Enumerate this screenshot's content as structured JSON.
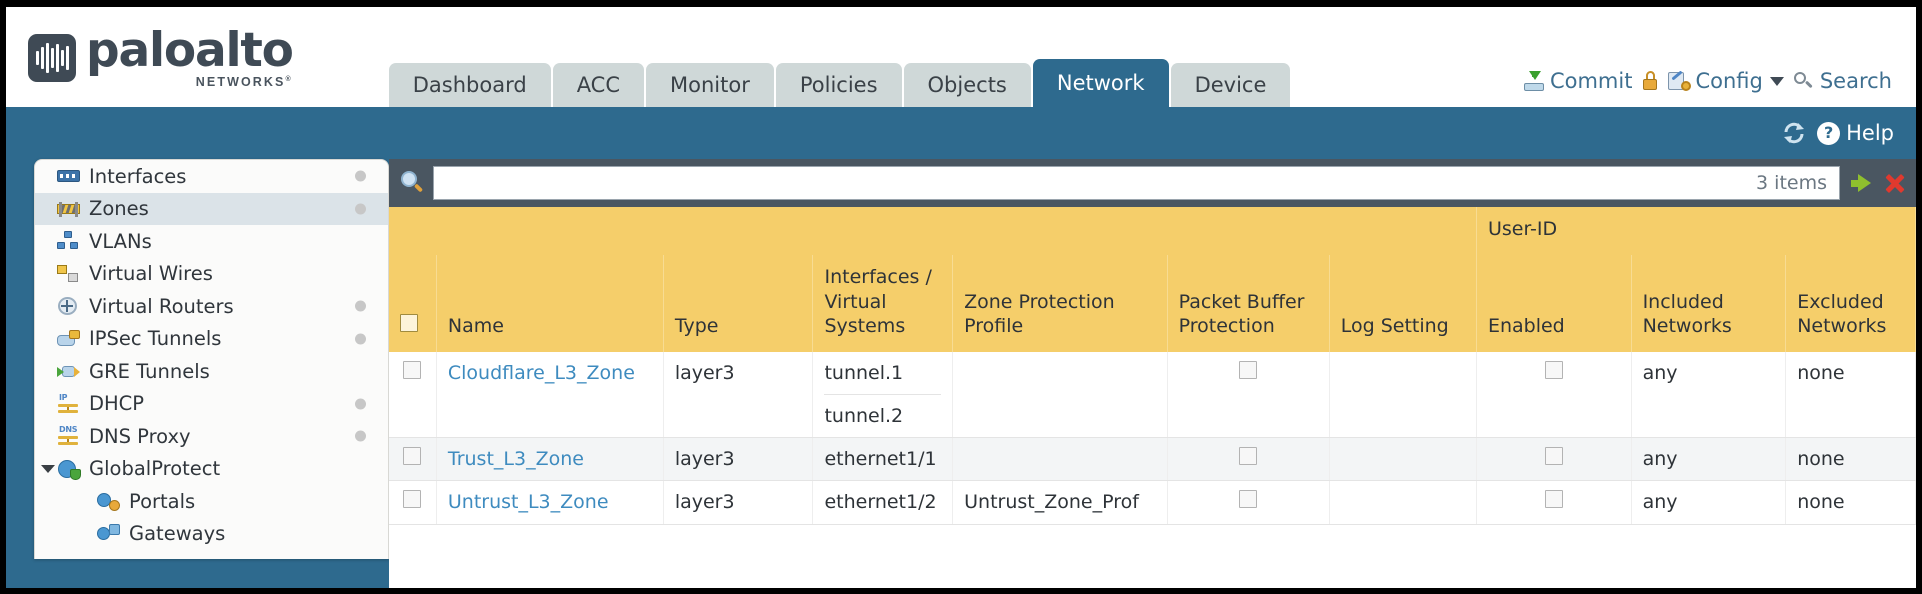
{
  "brand": {
    "name": "paloalto",
    "tagline": "NETWORKS",
    "registered": "®"
  },
  "tabs": [
    {
      "label": "Dashboard",
      "active": false
    },
    {
      "label": "ACC",
      "active": false
    },
    {
      "label": "Monitor",
      "active": false
    },
    {
      "label": "Policies",
      "active": false
    },
    {
      "label": "Objects",
      "active": false
    },
    {
      "label": "Network",
      "active": true
    },
    {
      "label": "Device",
      "active": false
    }
  ],
  "top_actions": {
    "commit": "Commit",
    "config": "Config",
    "search": "Search"
  },
  "utility": {
    "help": "Help",
    "help_glyph": "?"
  },
  "sidebar": {
    "items": [
      {
        "label": "Interfaces",
        "icon": "interfaces-icon",
        "selected": false,
        "dot": true,
        "indent": false,
        "expander": false
      },
      {
        "label": "Zones",
        "icon": "zones-icon",
        "selected": true,
        "dot": true,
        "indent": false,
        "expander": false
      },
      {
        "label": "VLANs",
        "icon": "vlans-icon",
        "selected": false,
        "dot": false,
        "indent": false,
        "expander": false
      },
      {
        "label": "Virtual Wires",
        "icon": "virtual-wires-icon",
        "selected": false,
        "dot": false,
        "indent": false,
        "expander": false
      },
      {
        "label": "Virtual Routers",
        "icon": "virtual-routers-icon",
        "selected": false,
        "dot": true,
        "indent": false,
        "expander": false
      },
      {
        "label": "IPSec Tunnels",
        "icon": "ipsec-tunnels-icon",
        "selected": false,
        "dot": true,
        "indent": false,
        "expander": false
      },
      {
        "label": "GRE Tunnels",
        "icon": "gre-tunnels-icon",
        "selected": false,
        "dot": false,
        "indent": false,
        "expander": false
      },
      {
        "label": "DHCP",
        "icon": "dhcp-icon",
        "selected": false,
        "dot": true,
        "indent": false,
        "expander": false
      },
      {
        "label": "DNS Proxy",
        "icon": "dns-proxy-icon",
        "selected": false,
        "dot": true,
        "indent": false,
        "expander": false
      },
      {
        "label": "GlobalProtect",
        "icon": "globalprotect-icon",
        "selected": false,
        "dot": false,
        "indent": false,
        "expander": true
      },
      {
        "label": "Portals",
        "icon": "portals-icon",
        "selected": false,
        "dot": false,
        "indent": true,
        "expander": false
      },
      {
        "label": "Gateways",
        "icon": "gateways-icon",
        "selected": false,
        "dot": false,
        "indent": true,
        "expander": false
      }
    ]
  },
  "search": {
    "value": "",
    "placeholder": "",
    "items_count": "3 items"
  },
  "table": {
    "group_header": "User-ID",
    "columns": [
      "Name",
      "Type",
      "Interfaces / Virtual Systems",
      "Zone Protection Profile",
      "Packet Buffer Protection",
      "Log Setting",
      "Enabled",
      "Included Networks",
      "Excluded Networks"
    ],
    "rows": [
      {
        "selected": false,
        "name": "Cloudflare_L3_Zone",
        "type": "layer3",
        "interfaces": [
          "tunnel.1",
          "tunnel.2"
        ],
        "zone_protection_profile": "",
        "packet_buffer_protection": false,
        "log_setting": "",
        "userid_enabled": false,
        "included_networks": "any",
        "excluded_networks": "none"
      },
      {
        "selected": false,
        "name": "Trust_L3_Zone",
        "type": "layer3",
        "interfaces": [
          "ethernet1/1"
        ],
        "zone_protection_profile": "",
        "packet_buffer_protection": false,
        "log_setting": "",
        "userid_enabled": false,
        "included_networks": "any",
        "excluded_networks": "none"
      },
      {
        "selected": false,
        "name": "Untrust_L3_Zone",
        "type": "layer3",
        "interfaces": [
          "ethernet1/2"
        ],
        "zone_protection_profile": "Untrust_Zone_Prof",
        "packet_buffer_protection": false,
        "log_setting": "",
        "userid_enabled": false,
        "included_networks": "any",
        "excluded_networks": "none"
      }
    ]
  },
  "colors": {
    "header_blue": "#2e6a8e",
    "table_header_yellow": "#f5ce6a",
    "group_header_yellow": "#e1b33a",
    "link_blue": "#3e8bbf",
    "search_strip": "#4a5661"
  }
}
